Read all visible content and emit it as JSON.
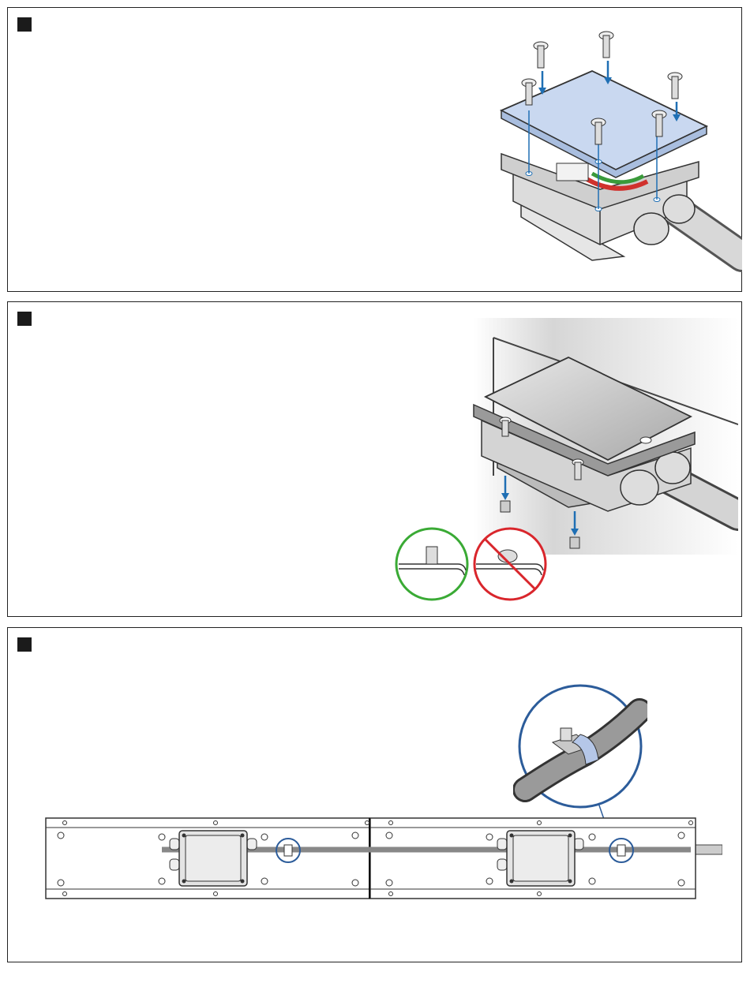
{
  "steps": [
    {
      "id": "step-1",
      "number": ""
    },
    {
      "id": "step-2",
      "number": ""
    },
    {
      "id": "step-3",
      "number": ""
    }
  ],
  "colors": {
    "arrow": "#1f6fb4",
    "cover": "#c9d8f0",
    "ok": "#3aaa35",
    "wrong": "#d9262c",
    "wire_red": "#d0312d",
    "wire_green": "#3a9a3a"
  },
  "icons": [
    "screw-icon",
    "down-arrow-icon",
    "correct-circle-icon",
    "prohibited-circle-icon",
    "cable-clamp-icon"
  ]
}
